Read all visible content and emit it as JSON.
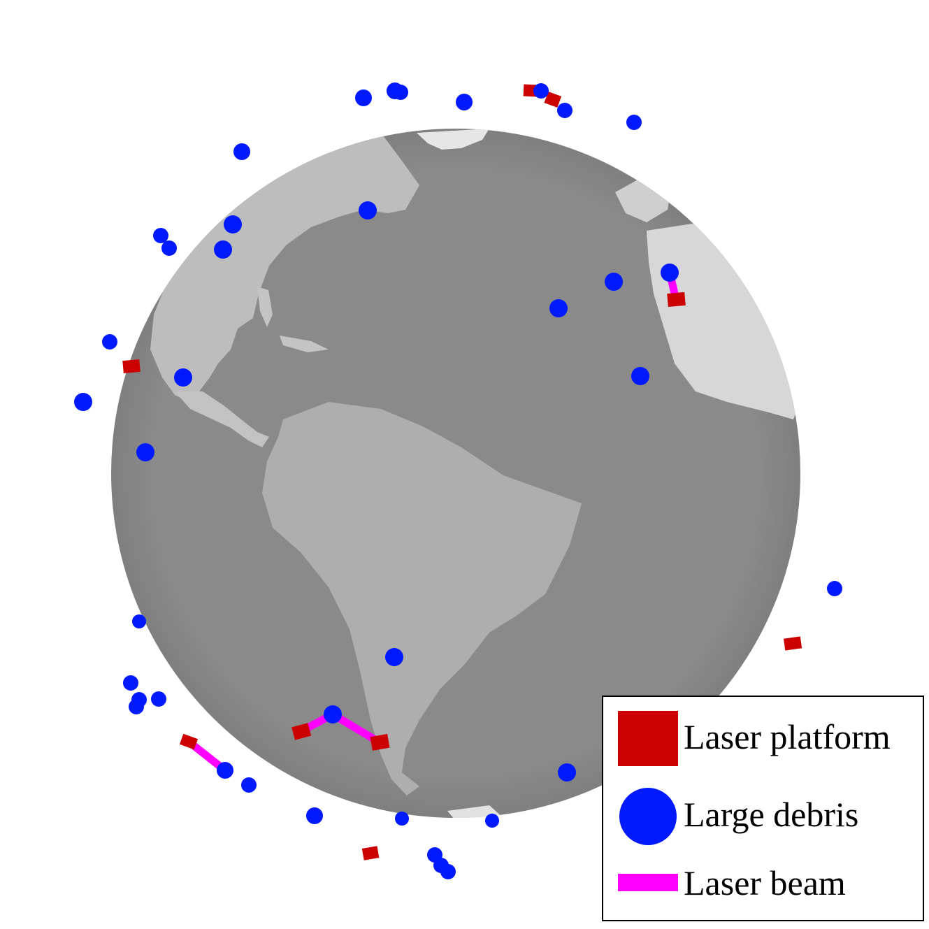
{
  "colors": {
    "platform": "#cc0000",
    "debris": "#0019ff",
    "beam": "#ff00ff",
    "earth_ocean": "#8a8a8a",
    "earth_land": "#c8c8c8",
    "background": "#ffffff"
  },
  "legend": {
    "placement": "bottom-right",
    "items": [
      {
        "label": "Laser platform",
        "marker": "square",
        "color": "#cc0000"
      },
      {
        "label": "Large debris",
        "marker": "circle",
        "color": "#0019ff"
      },
      {
        "label": "Laser beam",
        "marker": "line",
        "color": "#ff00ff"
      }
    ]
  }
}
